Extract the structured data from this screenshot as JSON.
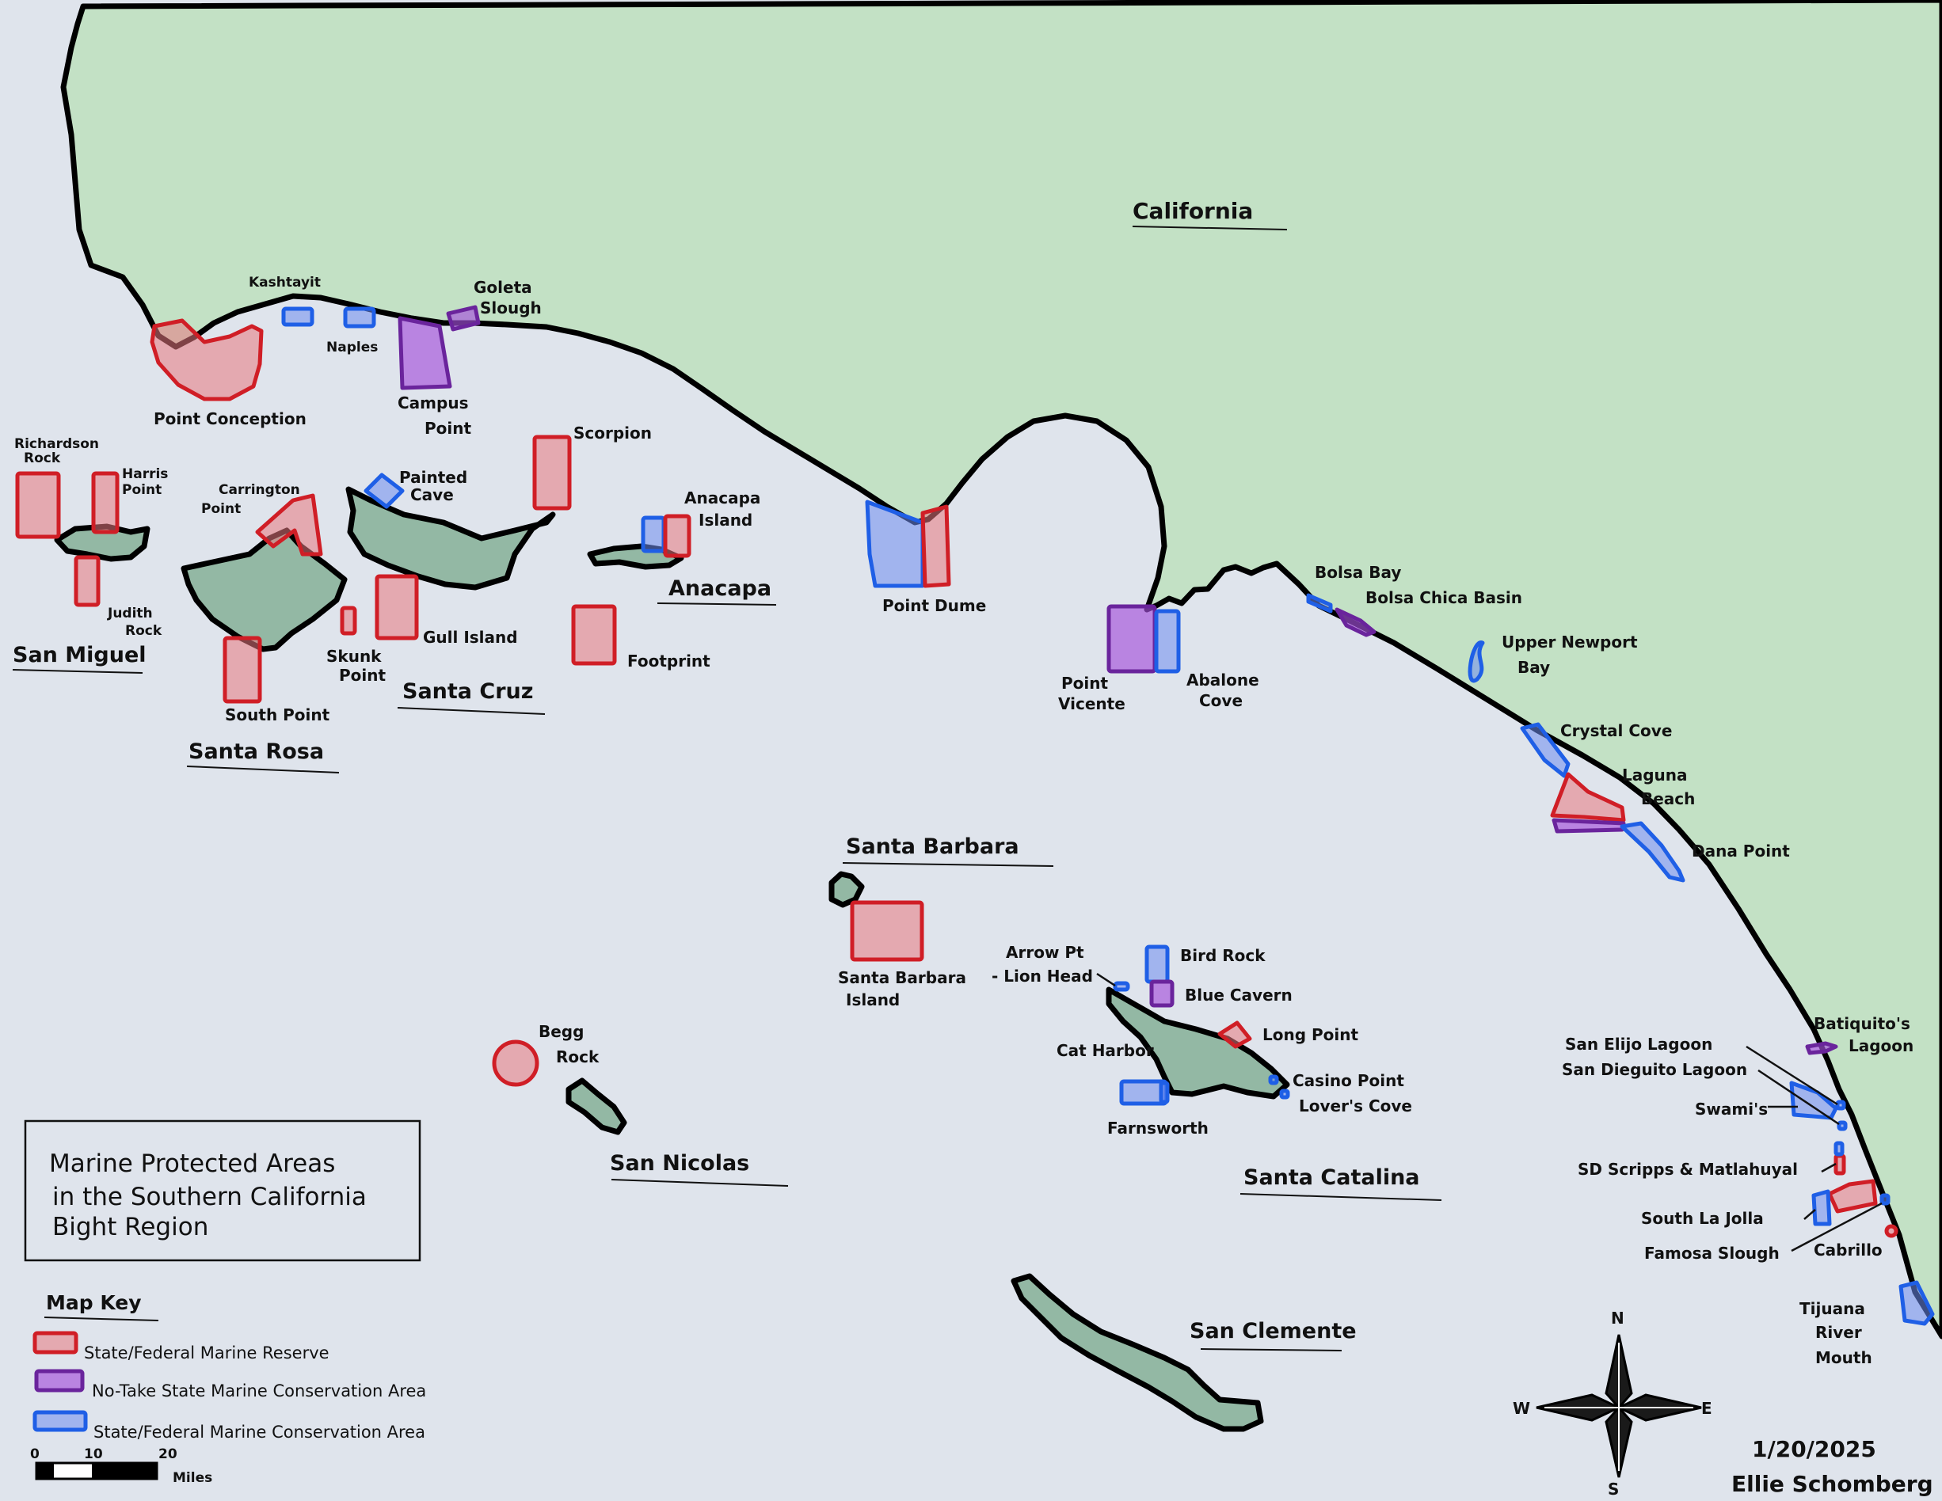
{
  "region_label": "California",
  "islands": {
    "san_miguel": "San Miguel",
    "santa_rosa": "Santa Rosa",
    "santa_cruz": "Santa Cruz",
    "anacapa": "Anacapa",
    "santa_barbara": "Santa Barbara",
    "san_nicolas": "San Nicolas",
    "santa_catalina": "Santa Catalina",
    "san_clemente": "San Clemente"
  },
  "mpa_labels": {
    "kashtayit": "Kashtayit",
    "goleta_1": "Goleta",
    "goleta_2": "Slough",
    "naples": "Naples",
    "point_conception": "Point Conception",
    "campus_1": "Campus",
    "campus_2": "Point",
    "richardson_1": "Richardson",
    "richardson_2": "Rock",
    "harris_1": "Harris",
    "harris_2": "Point",
    "carrington_1": "Carrington",
    "carrington_2": "Point",
    "painted_1": "Painted",
    "painted_2": "Cave",
    "scorpion": "Scorpion",
    "anacapa_isl_1": "Anacapa",
    "anacapa_isl_2": "Island",
    "judith_1": "Judith",
    "judith_2": "Rock",
    "skunk_1": "Skunk",
    "skunk_2": "Point",
    "gull_island": "Gull Island",
    "footprint": "Footprint",
    "south_point": "South Point",
    "point_dume": "Point Dume",
    "point_vicente_1": "Point",
    "point_vicente_2": "Vicente",
    "abalone_1": "Abalone",
    "abalone_2": "Cove",
    "bolsa_bay": "Bolsa Bay",
    "bolsa_chica": "Bolsa Chica Basin",
    "upper_newport_1": "Upper Newport",
    "upper_newport_2": "Bay",
    "crystal_cove": "Crystal Cove",
    "laguna_1": "Laguna",
    "laguna_2": "Beach",
    "dana_point": "Dana Point",
    "sb_island_1": "Santa Barbara",
    "sb_island_2": "Island",
    "arrow_1": "Arrow Pt",
    "arrow_2": "- Lion Head",
    "bird_rock": "Bird Rock",
    "blue_cavern": "Blue Cavern",
    "long_point": "Long Point",
    "cat_harbor": "Cat Harbor",
    "casino_point": "Casino Point",
    "lovers_cove": "Lover's Cove",
    "farnsworth": "Farnsworth",
    "begg_1": "Begg",
    "begg_2": "Rock",
    "batiquitos_1": "Batiquito's",
    "batiquitos_2": "Lagoon",
    "san_elijo": "San Elijo Lagoon",
    "san_dieguito": "San Dieguito Lagoon",
    "swamis": "Swami's",
    "scripps": "SD Scripps & Matlahuyal",
    "south_la_jolla": "South La Jolla",
    "famosa": "Famosa Slough",
    "cabrillo": "Cabrillo",
    "tijuana_1": "Tijuana",
    "tijuana_2": "River",
    "tijuana_3": "Mouth"
  },
  "title_box": {
    "line1": "Marine Protected Areas",
    "line2": "in the Southern California",
    "line3": "Bight Region"
  },
  "map_key": {
    "heading": "Map Key",
    "reserve": "State/Federal Marine Reserve",
    "no_take": "No-Take State Marine Conservation Area",
    "conservation": "State/Federal Marine Conservation Area"
  },
  "scale_bar": {
    "tick_0": "0",
    "tick_10": "10",
    "tick_20": "20",
    "unit": "Miles"
  },
  "compass": {
    "n": "N",
    "s": "S",
    "e": "E",
    "w": "W"
  },
  "credit": {
    "date": "1/20/2025",
    "author": "Ellie Schomberg"
  },
  "colors": {
    "ocean": "#dfe4ec",
    "land": "#c3e1c5",
    "island": "#93b8a4",
    "reserve": "#d01e26",
    "no_take": "#6a249c",
    "conservation": "#1f5fe6"
  }
}
